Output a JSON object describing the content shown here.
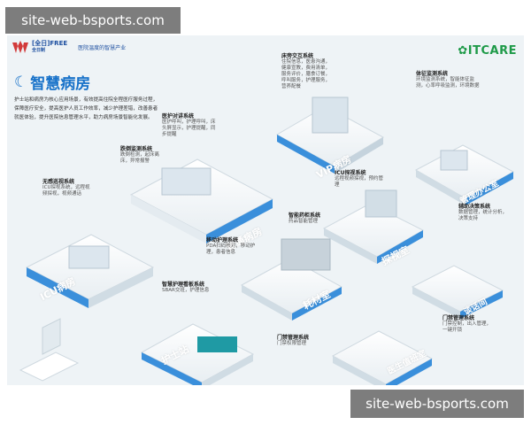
{
  "watermark": "site-web-bsports.com",
  "header": {
    "logo_left_text": "[全日]FREE",
    "logo_left_sub": "全日制",
    "logo_tagline": "医院温度的智慧产业",
    "logo_right": "ITCARE"
  },
  "title": "智慧病房",
  "intro": "护士站和病房为核心应用场景，有效提高住院全程医疗服务过程，保障医疗安全，提高医护人员工作效率，减少护理差错，改善患者就医体验，提升医院信息管理水平，助力病房场景智能化发展。",
  "colors": {
    "accent": "#1872c9",
    "room": "#3a8fdb",
    "brand_green": "#1e9a48"
  },
  "rooms": [
    {
      "label": "VIP病房"
    },
    {
      "label": "普通病房"
    },
    {
      "label": "ICU病房"
    },
    {
      "label": "管理办公室"
    },
    {
      "label": "探视室"
    },
    {
      "label": "耗材室"
    },
    {
      "label": "护士站"
    },
    {
      "label": "医生值班室"
    },
    {
      "label": "谈话间"
    }
  ],
  "systems": [
    {
      "title": "床旁交互系统",
      "desc": "住院信息，医患沟通，健康宣教，费用清单，服务评价，膳食订餐，呼叫服务，护理服务，营养配餐"
    },
    {
      "title": "医护对讲系统",
      "desc": "医护呼叫，护理呼叫，床头屏显示，护理提醒，同步提醒"
    },
    {
      "title": "跌倒监测系统",
      "desc": "跌倒检测，起床离床，异常报警"
    },
    {
      "title": "无感巡视系统",
      "desc": "ICU探视系统，远程视频探视，视频通话"
    },
    {
      "title": "体征监测系统",
      "desc": "环境监测系统，智能体征监测，心率呼吸监测，环境数据"
    },
    {
      "title": "ICU探视系统",
      "desc": "远程视频探视，预约管理"
    },
    {
      "title": "智能药柜系统",
      "desc": "药品智能管理"
    },
    {
      "title": "辅助决策系统",
      "desc": "数据管理，统计分析，决策支持"
    },
    {
      "title": "移动护理系统",
      "desc": "PDA扫码核对，移动护理，患者信息"
    },
    {
      "title": "智慧护理看板系统",
      "desc": "SBAR交班，护理信息"
    },
    {
      "title": "门禁管理系统",
      "desc": "门禁权限管理"
    },
    {
      "title": "门禁管理系统",
      "desc": "门禁控制，出入管理，一键开锁"
    }
  ]
}
